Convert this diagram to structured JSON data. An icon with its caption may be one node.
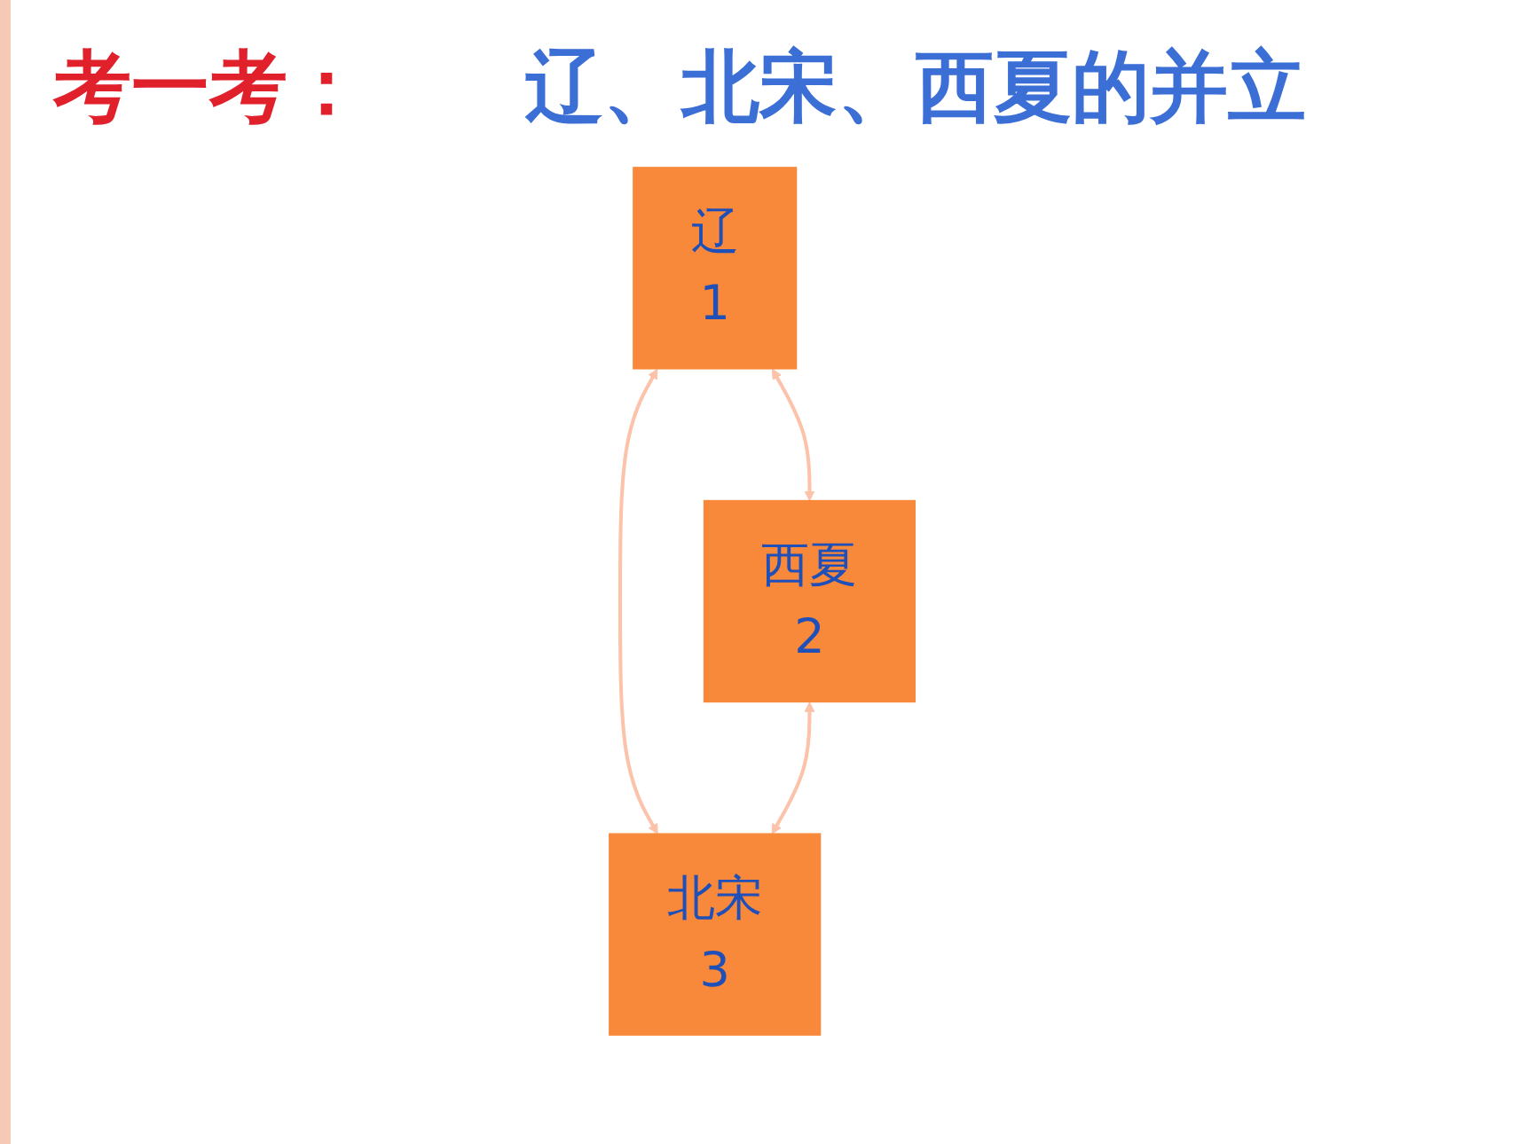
{
  "diagram": {
    "title": "辽、北宋、西夏的并立",
    "nodes": [
      {
        "text": [
          "辽",
          "1"
        ]
      },
      {
        "text": [
          "西夏",
          "2"
        ]
      },
      {
        "text": [
          "北宋",
          "3"
        ]
      }
    ],
    "edges": [
      {
        "from": 0,
        "to": 1,
        "arrow": "both"
      },
      {
        "from": 0,
        "to": 2,
        "arrow": "both"
      },
      {
        "from": 1,
        "to": 2,
        "arrow": "both"
      }
    ],
    "labels": [
      "考一考："
    ]
  }
}
